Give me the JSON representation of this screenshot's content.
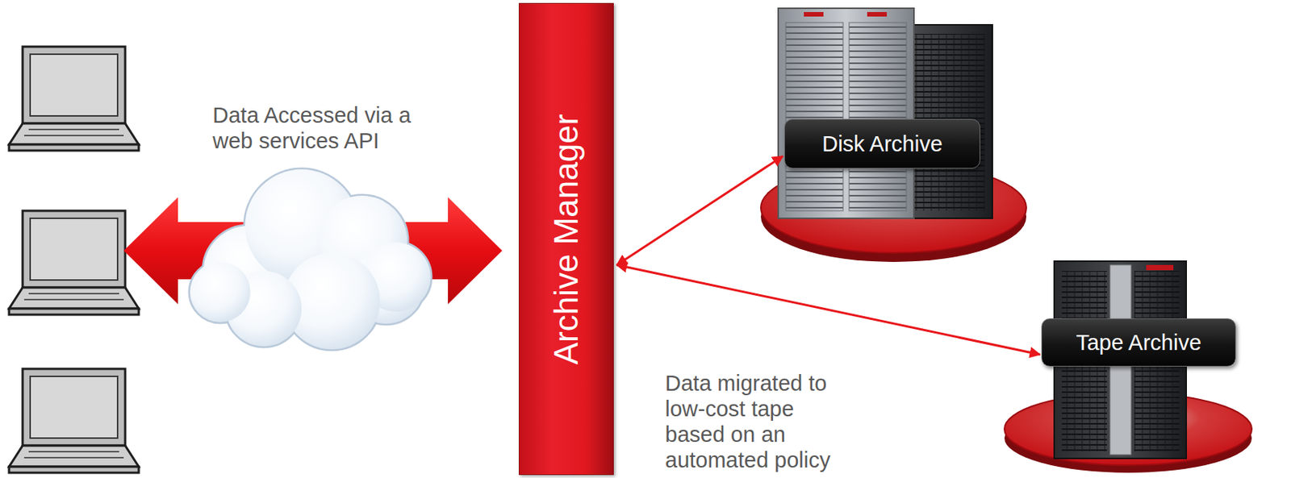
{
  "diagram": {
    "nodes": [
      {
        "text": [
          "Archive Manager"
        ]
      },
      {
        "text": [
          "Disk Archive"
        ]
      },
      {
        "text": [
          "Tape Archive"
        ]
      }
    ],
    "edges": [
      {
        "from": 0,
        "to": 1,
        "arrow": "both"
      },
      {
        "from": 0,
        "to": 2,
        "arrow": "both"
      }
    ],
    "labels": [
      "Data Accessed via a web services API",
      "Data migrated to low-cost tape based on an automated policy"
    ]
  }
}
